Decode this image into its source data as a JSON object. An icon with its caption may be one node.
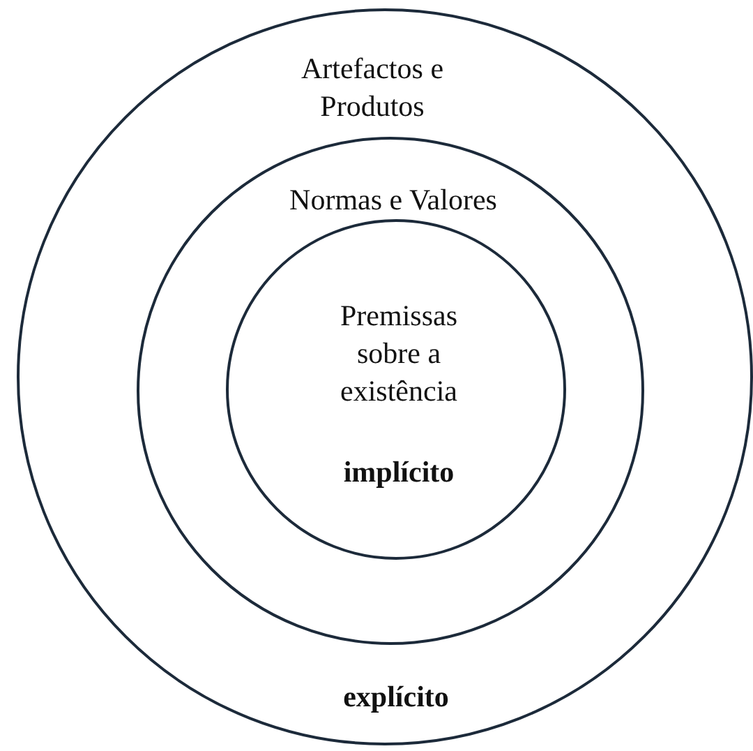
{
  "diagram": {
    "nodes": [
      {
        "text": [
          "Artefactos e Produtos",
          "explícito"
        ]
      },
      {
        "text": [
          "Normas e Valores"
        ],
        "in": 0
      },
      {
        "text": [
          "Premissas sobre a existência",
          "implícito"
        ],
        "in": 1
      }
    ]
  }
}
